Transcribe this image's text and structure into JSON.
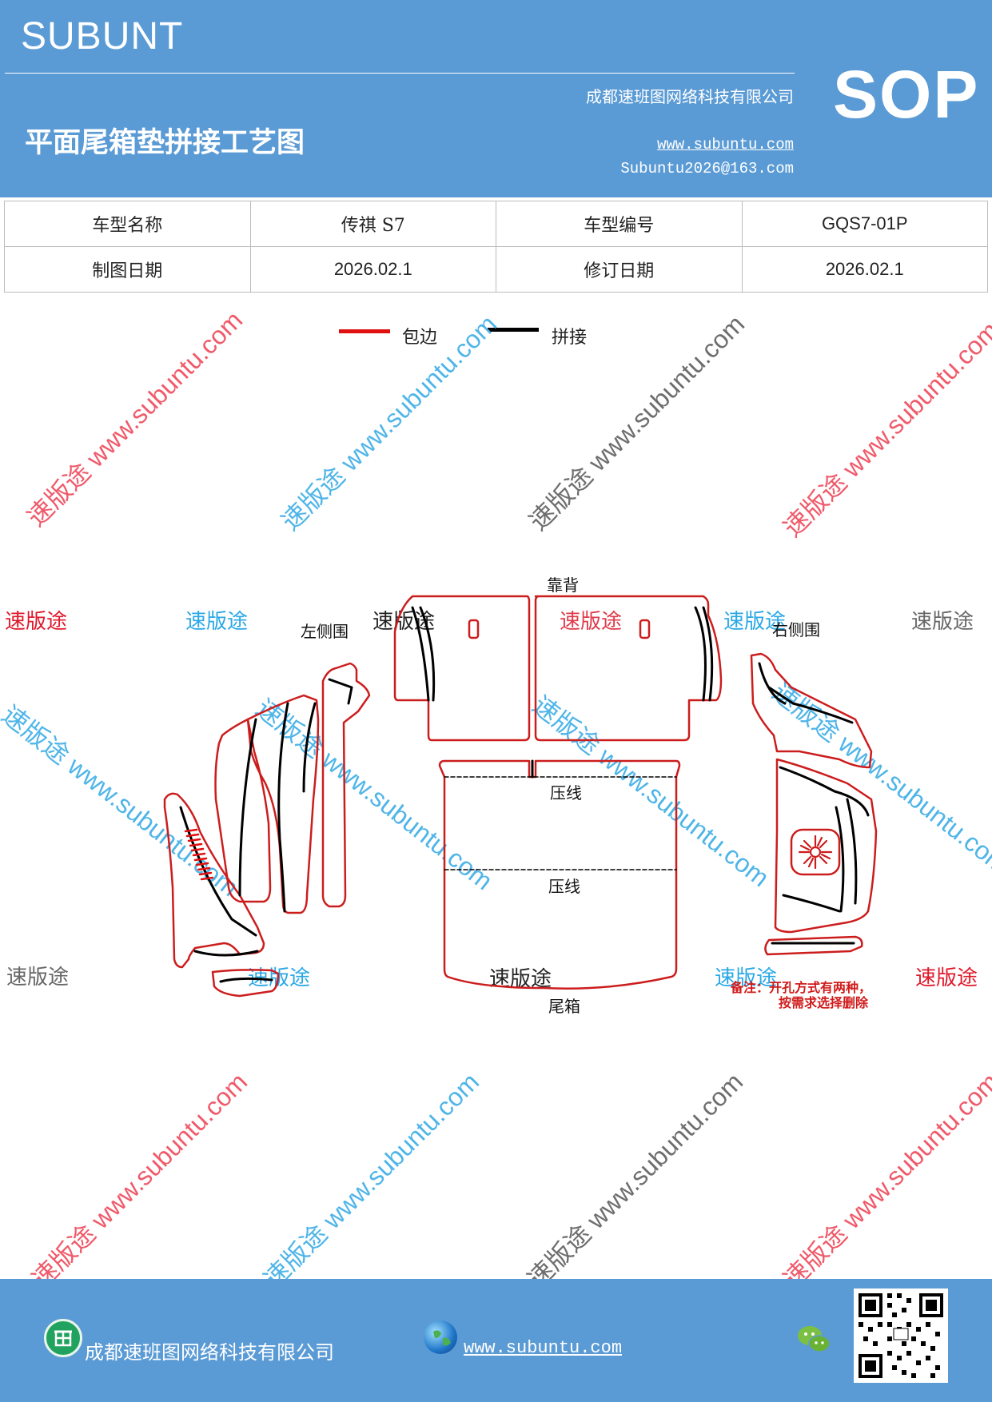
{
  "header": {
    "brand": "SUBUNT",
    "company": "成都速班图网络科技有限公司",
    "badge": "SOP",
    "title": "平面尾箱垫拼接工艺图",
    "website": "www.subuntu.com",
    "email": "Subuntu2026@163.com"
  },
  "info_table": {
    "rows": [
      {
        "label1": "车型名称",
        "value1": "传祺 S7",
        "label2": "车型编号",
        "value2": "GQS7-01P"
      },
      {
        "label1": "制图日期",
        "value1": "2026.02.1",
        "label2": "修订日期",
        "value2": "2026.02.1"
      }
    ]
  },
  "legend": {
    "wrap": "包边",
    "splice": "拼接",
    "wrap_color": "#e01010",
    "splice_color": "#000000"
  },
  "watermark": {
    "diagonal": "速版途 www.subuntu.com",
    "short": "速版途"
  },
  "parts": {
    "backrest": "靠背",
    "left_side": "左侧围",
    "right_side": "右侧围",
    "crease1": "压线",
    "crease2": "压线",
    "trunk": "尾箱"
  },
  "note": {
    "line1": "备注：开孔方式有两种，",
    "line2": "按需求选择删除"
  },
  "footer": {
    "company": "成都速班图网络科技有限公司",
    "website": "www.subuntu.com"
  },
  "icons": {
    "company": "building-icon",
    "web": "globe-icon",
    "social": "wechat-icon",
    "code": "qr-code-icon"
  }
}
